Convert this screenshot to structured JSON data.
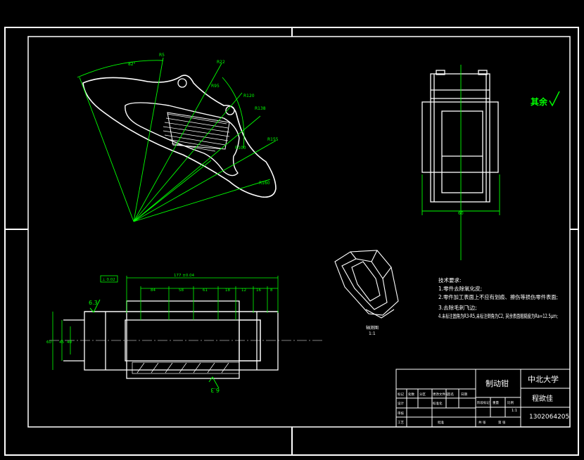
{
  "drawing": {
    "roughness_symbol": "其余",
    "tech_requirements": {
      "title": "技术要求:",
      "items": [
        "1.零件去除氧化皮;",
        "2.零件加工表面上不应有划痕、擦伤等损伤零件表面;",
        "3.去除毛刺飞边;",
        "4.未标注圆角为R3-R5,未标注倒角为C2, 其余表面粗糙度为Ra=12.5μm;"
      ]
    },
    "iso_caption": "轴测图",
    "iso_sub": "1:1",
    "roughness_marks": [
      "6.3",
      "6.3"
    ],
    "dimensions_top": [
      "177 ±0.04",
      "84",
      "58",
      "61",
      "18",
      "12",
      "16",
      "8"
    ],
    "dimensions_left": [
      "60",
      "40",
      "45"
    ],
    "dimensions_side": [
      "60"
    ],
    "tolerance_frame": "⊥ 0.02",
    "main_view_dims": [
      "82°",
      "R22",
      "R95",
      "R120",
      "R138",
      "R155",
      "R160",
      "R5",
      "R100"
    ]
  },
  "title_block": {
    "part_name": "制动钳",
    "school": "中北大学",
    "designer": "程欲佳",
    "drawing_number": "1302064205",
    "scale": "1:1",
    "small_labels": [
      "标记",
      "处数",
      "分区",
      "更改文件号",
      "签名",
      "日期",
      "设计",
      "审核",
      "工艺",
      "批准",
      "标准化",
      "阶段标记",
      "重量",
      "比例",
      "共 张",
      "第 张"
    ]
  }
}
